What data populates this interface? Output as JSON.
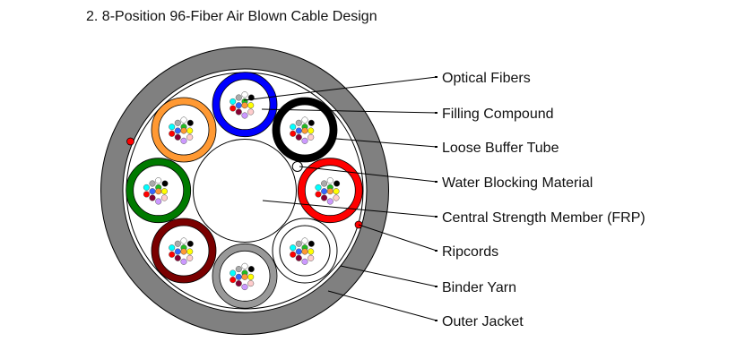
{
  "title": "2. 8-Position 96-Fiber Air Blown Cable Design",
  "colors": {
    "outer_jacket": "#808080",
    "ripcord": "#ff0000",
    "outline": "#000000"
  },
  "tubes": [
    {
      "name": "blue",
      "color": "#0000ff",
      "filled": true
    },
    {
      "name": "black",
      "color": "#000000",
      "filled": true
    },
    {
      "name": "red",
      "color": "#ff0000",
      "filled": true
    },
    {
      "name": "white",
      "color": "#ffffff",
      "filled": false
    },
    {
      "name": "gray",
      "color": "#999999",
      "filled": true
    },
    {
      "name": "dark-red",
      "color": "#7a0000",
      "filled": true
    },
    {
      "name": "green",
      "color": "#007a00",
      "filled": true
    },
    {
      "name": "orange",
      "color": "#ff9933",
      "filled": true
    }
  ],
  "fibers": [
    {
      "name": "white",
      "color": "#ffffff"
    },
    {
      "name": "gray",
      "color": "#aaaaaa"
    },
    {
      "name": "black",
      "color": "#000000"
    },
    {
      "name": "cyan",
      "color": "#00ffff"
    },
    {
      "name": "green",
      "color": "#22bb22"
    },
    {
      "name": "blue",
      "color": "#3366ff"
    },
    {
      "name": "orange",
      "color": "#ff9933"
    },
    {
      "name": "yellow",
      "color": "#ffff00"
    },
    {
      "name": "red",
      "color": "#ff0000"
    },
    {
      "name": "dark-red",
      "color": "#880033"
    },
    {
      "name": "pink",
      "color": "#ffcccc"
    },
    {
      "name": "lilac",
      "color": "#cc99ff"
    }
  ],
  "labels": [
    {
      "id": "optical-fibers",
      "text": "Optical Fibers"
    },
    {
      "id": "filling-compound",
      "text": "Filling Compound"
    },
    {
      "id": "loose-buffer-tube",
      "text": "Loose Buffer Tube"
    },
    {
      "id": "water-blocking-material",
      "text": "Water Blocking Material"
    },
    {
      "id": "central-strength-member",
      "text": "Central Strength Member (FRP)"
    },
    {
      "id": "ripcords",
      "text": "Ripcords"
    },
    {
      "id": "binder-yarn",
      "text": "Binder Yarn"
    },
    {
      "id": "outer-jacket",
      "text": "Outer Jacket"
    }
  ]
}
